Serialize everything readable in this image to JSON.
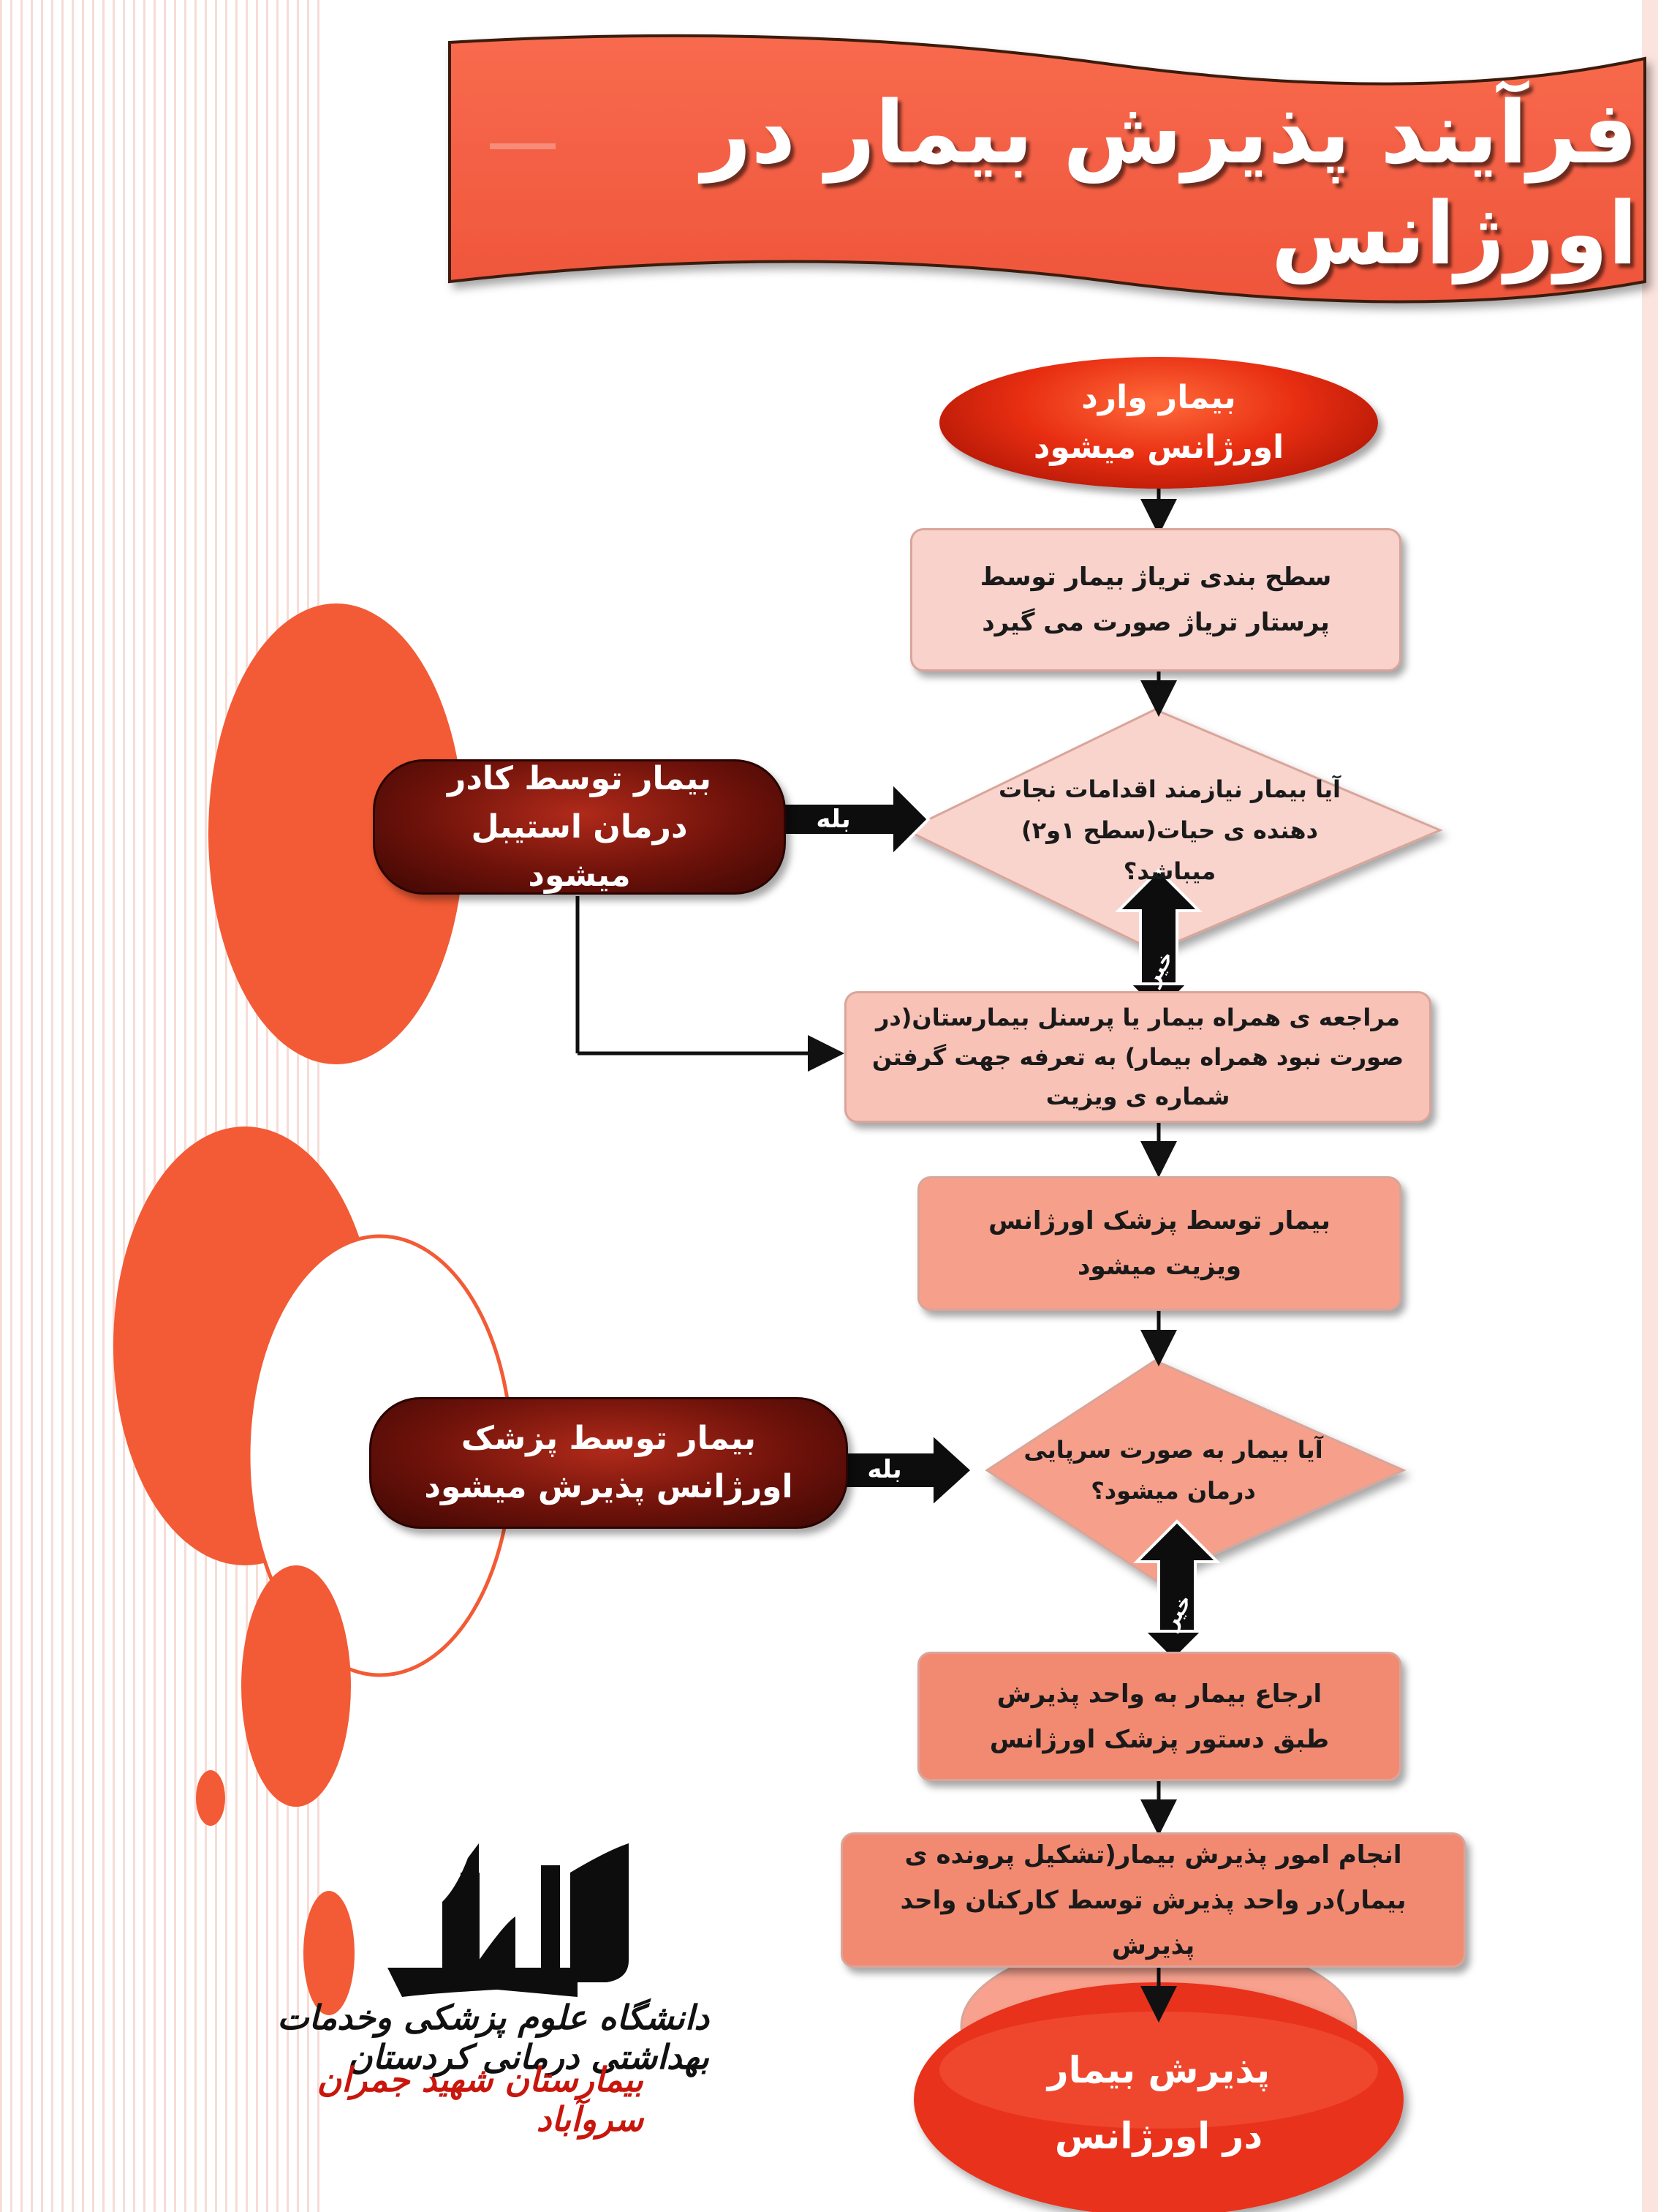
{
  "title": "فرآیند پذیرش بیمار در اورژانس",
  "nodes": {
    "start": "بیمار وارد اورژانس میشود",
    "triage": "سطح بندی تریاژ بیمار توسط پرستار تریاژ  صورت می گیرد",
    "decision1": "آیا بیمار نیازمند اقدامات نجات دهنده ی حیات(سطح ۱و۲) میباشد؟",
    "stabilize": "بیمار توسط کادر درمان استیبل میشود",
    "registration": "مراجعه ی همراه بیمار یا پرسنل بیمارستان(در صورت نبود همراه بیمار) به تعرفه جهت گرفتن شماره ی ویزیت",
    "visit": "بیمار توسط پزشک اورژانس ویزیت میشود",
    "decision2": "آیا بیمار به صورت سرپایی درمان میشود؟",
    "outpatient": "بیمار توسط پزشک اورژانس پذیرش میشود",
    "referral": "ارجاع بیمار به واحد پذیرش طبق دستور پزشک اورژانس",
    "admission_tasks": "انجام امور پذیرش بیمار(تشکیل پرونده ی بیمار)در واحد پذیرش توسط کارکنان واحد پذیرش",
    "end": "پذیرش بیمار در اورژانس"
  },
  "labels": {
    "yes1": "بله",
    "no1": "خیر",
    "yes2": "بله",
    "no2": "خیر"
  },
  "logo": {
    "university": "دانشگاه علوم پزشکی وخدمات بهداشتی درمانی کردستان",
    "hospital": "بیمارستان شهید جمران سروآباد"
  },
  "colors": {
    "accent": "#f25b35",
    "banner": "#f6644a",
    "dark_terminal": "#6e120a",
    "process_light": "#f9d2cc",
    "process_mid": "#f6a08c",
    "process_dark": "#f28a72"
  }
}
